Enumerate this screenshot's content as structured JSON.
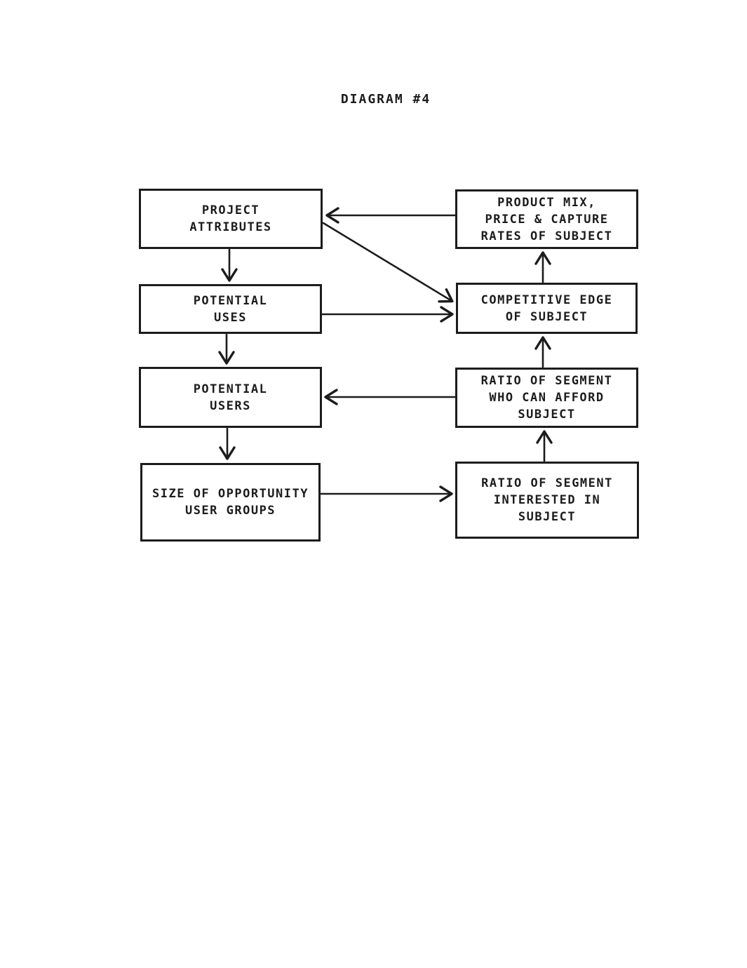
{
  "page": {
    "title": "DIAGRAM #4",
    "background_color": "#ffffff",
    "ink_color": "#1c1c1c"
  },
  "diagram": {
    "boxes": [
      {
        "id": "project-attributes",
        "label": "PROJECT\nATTRIBUTES",
        "column": "left"
      },
      {
        "id": "potential-uses",
        "label": "POTENTIAL\nUSES",
        "column": "left"
      },
      {
        "id": "potential-users",
        "label": "POTENTIAL\nUSERS",
        "column": "left"
      },
      {
        "id": "size-of-opportunity",
        "label": "SIZE OF OPPORTUNITY\nUSER GROUPS",
        "column": "left"
      },
      {
        "id": "product-mix",
        "label": "PRODUCT MIX,\nPRICE & CAPTURE\nRATES OF SUBJECT",
        "column": "right"
      },
      {
        "id": "competitive-edge",
        "label": "COMPETITIVE EDGE\nOF SUBJECT",
        "column": "right"
      },
      {
        "id": "ratio-can-afford",
        "label": "RATIO OF SEGMENT\nWHO CAN AFFORD\nSUBJECT",
        "column": "right"
      },
      {
        "id": "ratio-interested",
        "label": "RATIO OF SEGMENT\nINTERESTED IN\nSUBJECT",
        "column": "right"
      }
    ],
    "arrows": [
      {
        "from": "project-attributes",
        "to": "potential-uses",
        "direction": "down"
      },
      {
        "from": "potential-uses",
        "to": "potential-users",
        "direction": "down"
      },
      {
        "from": "potential-users",
        "to": "size-of-opportunity",
        "direction": "down"
      },
      {
        "from": "product-mix",
        "to": "project-attributes",
        "direction": "left"
      },
      {
        "from": "project-attributes",
        "to": "competitive-edge",
        "direction": "diagonal-down-right"
      },
      {
        "from": "potential-uses",
        "to": "competitive-edge",
        "direction": "right"
      },
      {
        "from": "competitive-edge",
        "to": "product-mix",
        "direction": "up"
      },
      {
        "from": "ratio-can-afford",
        "to": "competitive-edge",
        "direction": "up"
      },
      {
        "from": "ratio-can-afford",
        "to": "potential-users",
        "direction": "left"
      },
      {
        "from": "ratio-interested",
        "to": "ratio-can-afford",
        "direction": "up"
      },
      {
        "from": "size-of-opportunity",
        "to": "ratio-interested",
        "direction": "right"
      }
    ]
  }
}
